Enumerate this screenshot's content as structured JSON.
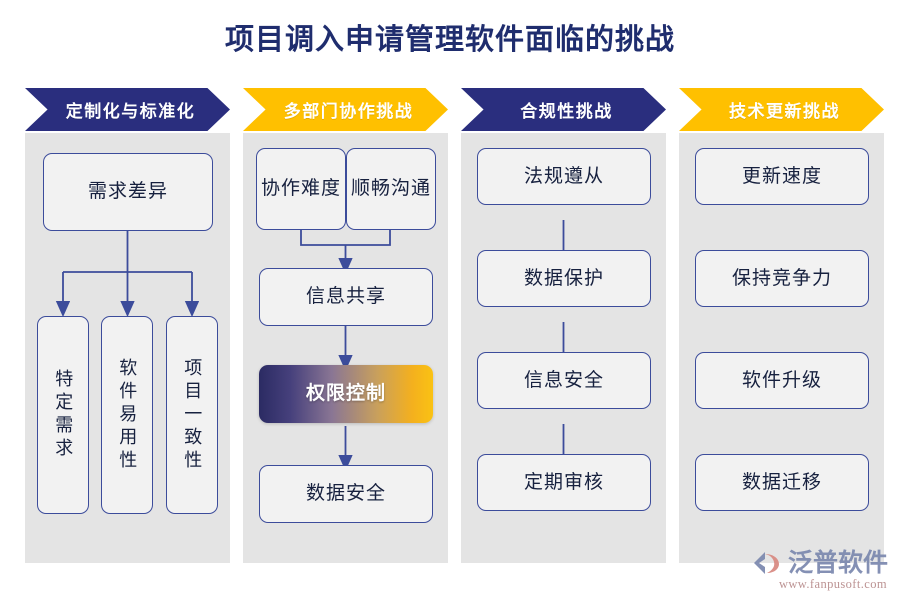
{
  "title": "项目调入申请管理软件面临的挑战",
  "colors": {
    "navy": "#2A2E7E",
    "gold": "#FFC000",
    "panel_bg": "#E4E4E4",
    "box_bg": "#F2F2F2",
    "box_border": "#3C4C9B",
    "title_text": "#1F2D6E",
    "connector": "#3C4C9B",
    "gradient_start": "#2B2B63",
    "gradient_end": "#FAC213"
  },
  "columns": [
    {
      "header": "定制化与标准化",
      "header_color": "#2A2E7E",
      "nodes": [
        {
          "label": "需求差异",
          "orientation": "horizontal"
        },
        {
          "label": "特定需求",
          "orientation": "vertical"
        },
        {
          "label": "软件易用性",
          "orientation": "vertical"
        },
        {
          "label": "项目一致性",
          "orientation": "vertical"
        }
      ]
    },
    {
      "header": "多部门协作挑战",
      "header_color": "#FFC000",
      "nodes": [
        {
          "label": "协作难度",
          "orientation": "horizontal"
        },
        {
          "label": "顺畅沟通",
          "orientation": "horizontal"
        },
        {
          "label": "信息共享",
          "orientation": "horizontal"
        },
        {
          "label": "权限控制",
          "orientation": "horizontal",
          "style": "gradient"
        },
        {
          "label": "数据安全",
          "orientation": "horizontal"
        }
      ]
    },
    {
      "header": "合规性挑战",
      "header_color": "#2A2E7E",
      "nodes": [
        {
          "label": "法规遵从",
          "orientation": "horizontal"
        },
        {
          "label": "数据保护",
          "orientation": "horizontal"
        },
        {
          "label": "信息安全",
          "orientation": "horizontal"
        },
        {
          "label": "定期审核",
          "orientation": "horizontal"
        }
      ]
    },
    {
      "header": "技术更新挑战",
      "header_color": "#FFC000",
      "nodes": [
        {
          "label": "更新速度",
          "orientation": "horizontal"
        },
        {
          "label": "保持竞争力",
          "orientation": "horizontal"
        },
        {
          "label": "软件升级",
          "orientation": "horizontal"
        },
        {
          "label": "数据迁移",
          "orientation": "horizontal"
        }
      ]
    }
  ],
  "logo": {
    "name": "泛普软件",
    "url": "www.fanpusoft.com",
    "mark": "fanpu-logo-icon"
  }
}
